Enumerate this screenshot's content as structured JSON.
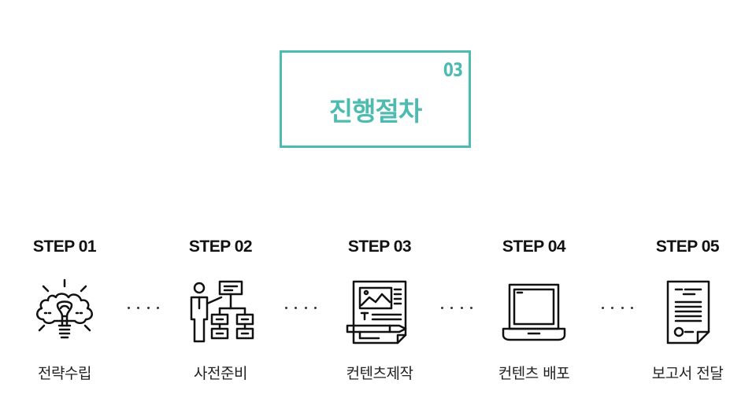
{
  "title": {
    "number": "03",
    "text": "진행절차",
    "accent_color": "#4dbbb0"
  },
  "steps": [
    {
      "label": "STEP 01",
      "name": "전략수립",
      "icon": "lightbulb-brain-icon"
    },
    {
      "label": "STEP 02",
      "name": "사전준비",
      "icon": "presenter-org-chart-icon"
    },
    {
      "label": "STEP 03",
      "name": "컨텐츠제작",
      "icon": "design-document-pen-icon"
    },
    {
      "label": "STEP 04",
      "name": "컨텐츠 배포",
      "icon": "laptop-icon"
    },
    {
      "label": "STEP 05",
      "name": "보고서 전달",
      "icon": "report-document-icon"
    }
  ]
}
